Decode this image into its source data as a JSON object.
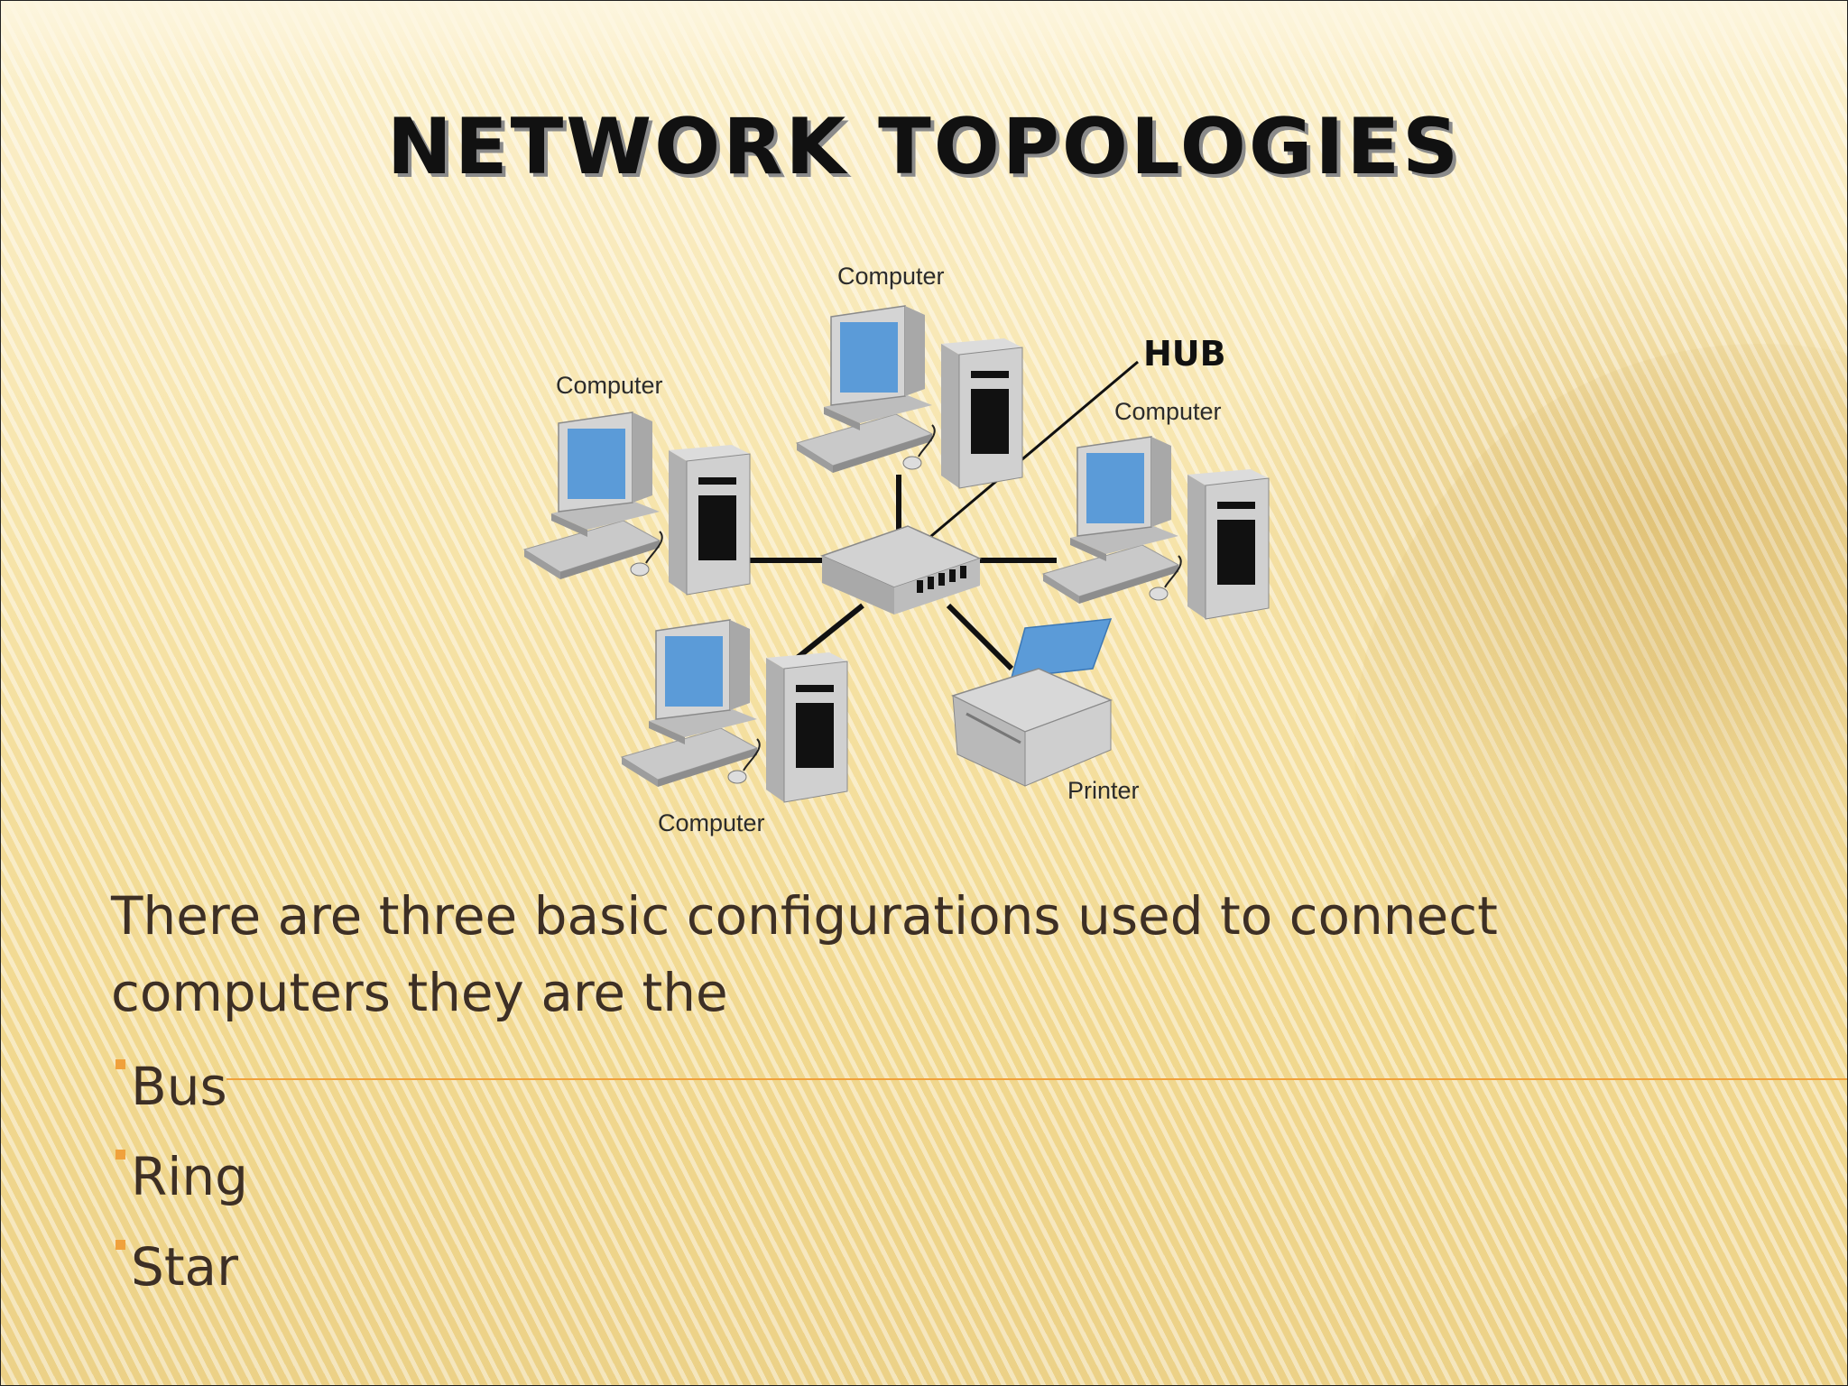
{
  "slide": {
    "title": "NETWORK TOPOLOGIES",
    "intro": "There are three basic configurations used to connect computers they are the",
    "bullets": [
      "Bus",
      "Ring",
      "Star"
    ],
    "accent_color": "#f0a13c"
  },
  "diagram": {
    "labels": {
      "hub": "HUB",
      "computer_top": "Computer",
      "computer_left": "Computer",
      "computer_right": "Computer",
      "computer_bottom": "Computer",
      "printer": "Printer"
    },
    "icons": [
      "computer-icon",
      "hub-icon",
      "printer-icon"
    ]
  }
}
